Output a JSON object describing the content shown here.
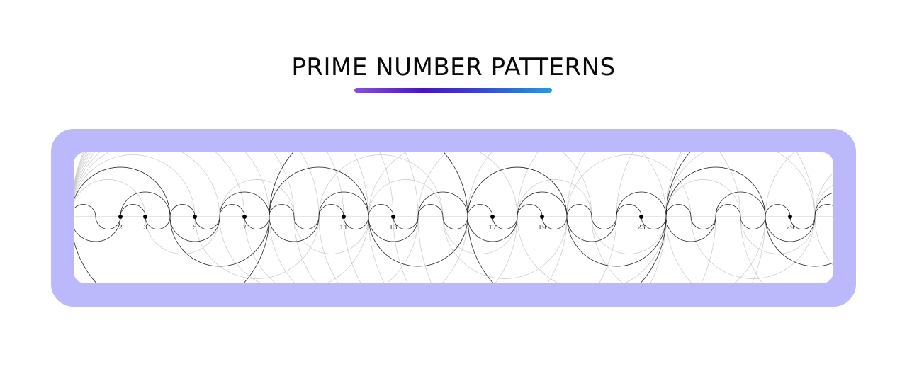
{
  "page": {
    "title": "PRIME NUMBER PATTERNS"
  },
  "diagram": {
    "type": "prime-number-arcs",
    "n_max": 30,
    "primes": [
      "2",
      "3",
      "5",
      "7",
      "11",
      "13",
      "17",
      "19",
      "23",
      "29"
    ],
    "colors": {
      "frame": "#bbb8fb",
      "arc_dark": "#222222",
      "arc_light": "#c8c8c8",
      "dot": "#000000",
      "axis": "#bdbdbd"
    }
  }
}
